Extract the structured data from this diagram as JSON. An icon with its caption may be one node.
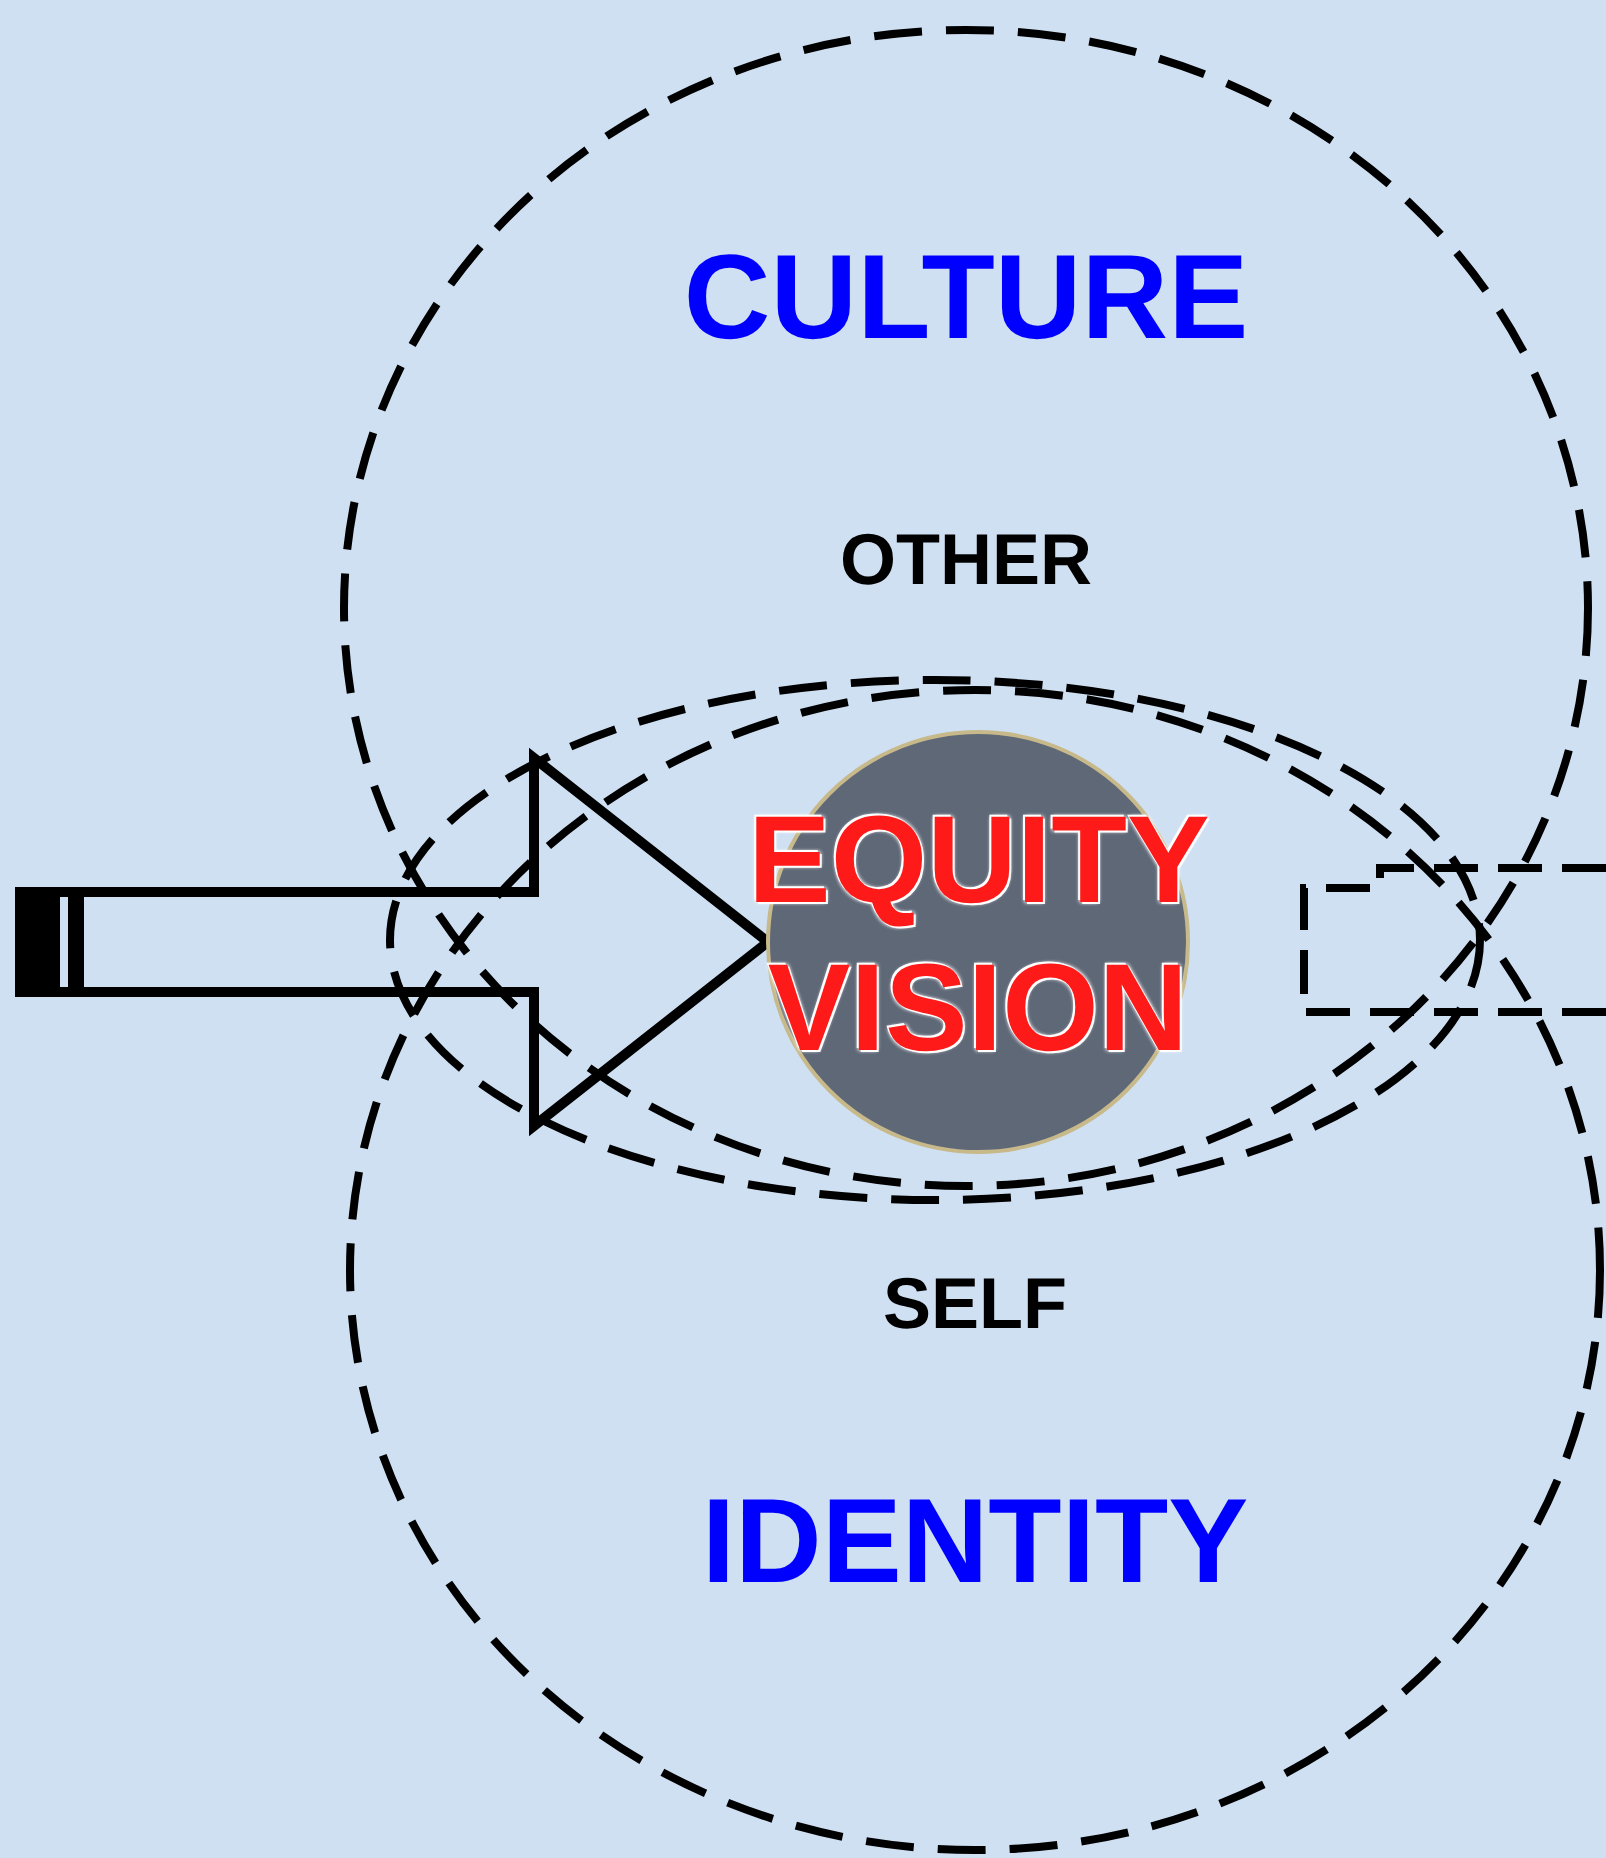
{
  "diagram": {
    "nodes": [
      {
        "text": [
          "CULTURE",
          "OTHER"
        ]
      },
      {
        "text": [],
        "shape": "ellipse"
      },
      {
        "text": [
          "EQUITY VISION"
        ],
        "in": 1
      },
      {
        "text": [
          "SELF",
          "IDENTITY"
        ]
      }
    ],
    "edges": [
      {
        "from": null,
        "to": 2,
        "arrow": "to",
        "style": "thick"
      },
      {
        "from": 1,
        "to": null,
        "arrow": "none",
        "style": "dashed"
      }
    ]
  }
}
